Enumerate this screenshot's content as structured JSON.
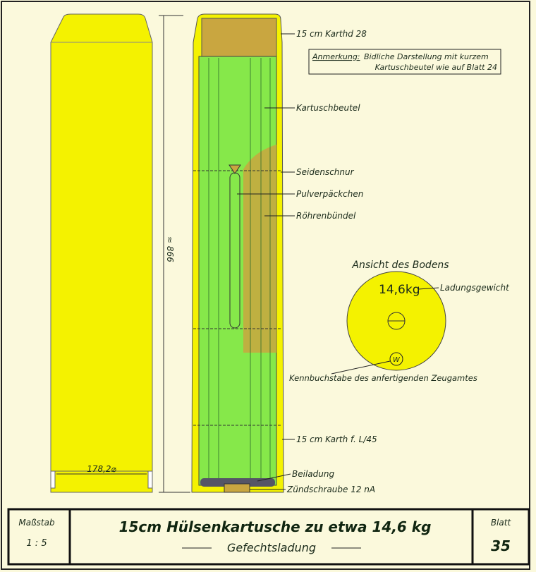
{
  "drawing": {
    "labels": {
      "case_name": "15 cm Karthd 28",
      "note_title": "Anmerkung:",
      "note_line1": "Bidliche Darstellung mit kurzem",
      "note_line2": "Kartuschbeutel wie auf Blatt 24",
      "cartridge_bag": "Kartuschbeutel",
      "silk_cord": "Seidenschnur",
      "powder_packet": "Pulverpäckchen",
      "tube_bundle": "Röhrenbündel",
      "case_fl45": "15 cm Karth f. L/45",
      "supplementary_charge": "Beiladung",
      "primer_screw": "Zündschraube 12 nA"
    },
    "dimensions": {
      "length": "≈ 866",
      "diameter": "178,2⌀"
    },
    "base_view": {
      "title": "Ansicht des Bodens",
      "weight": "14,6kg",
      "weight_label": "Ladungsgewicht",
      "mark": "W",
      "mark_label": "Kennbuchstabe des anfertigenden Zeugamtes"
    }
  },
  "title_block": {
    "scale_label": "Maßstab",
    "scale_value": "1 : 5",
    "title": "15cm Hülsenkartusche zu etwa 14,6 kg",
    "subtitle": "Gefechtsladung",
    "sheet_label": "Blatt",
    "sheet_value": "35"
  },
  "colors": {
    "yellow": "#f4f200",
    "green": "#86e84a",
    "brown": "#c9a640",
    "paper": "#fbf9dc"
  }
}
